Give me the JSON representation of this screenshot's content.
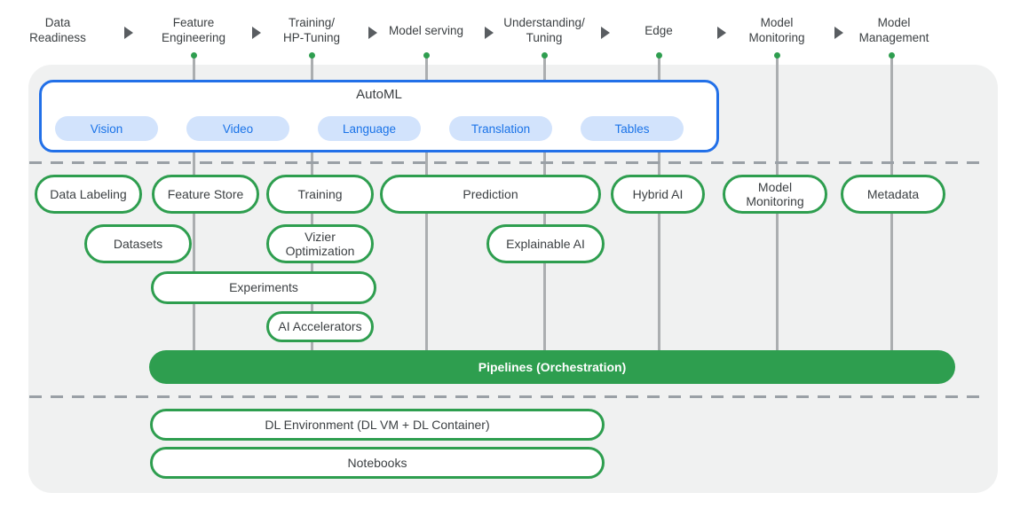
{
  "palette": {
    "accent_blue": "#1a73e8",
    "blue_pill_bg": "#d2e3fc",
    "green": "#2e9e4f",
    "panel_gray": "#f0f1f1",
    "connector_gray": "#abaeb0",
    "dash_gray": "#9aa0a6",
    "text_dark": "#3c4043",
    "pipelines_text": "#ffffff"
  },
  "stages": [
    "Data\nReadiness",
    "Feature\nEngineering",
    "Training/\nHP-Tuning",
    "Model serving",
    "Understanding/\nTuning",
    "Edge",
    "Model\nMonitoring",
    "Model\nManagement"
  ],
  "automl": {
    "title": "AutoML",
    "pills": [
      "Vision",
      "Video",
      "Language",
      "Translation",
      "Tables"
    ]
  },
  "row1": [
    "Data Labeling",
    "Feature Store",
    "Training",
    "Prediction",
    "Hybrid AI",
    "Model\nMonitoring",
    "Metadata"
  ],
  "row2": [
    "Datasets",
    "Vizier\nOptimization",
    "Explainable AI"
  ],
  "row3": [
    "Experiments"
  ],
  "row4": [
    "AI Accelerators"
  ],
  "pipelines": "Pipelines (Orchestration)",
  "bottom": [
    "DL Environment (DL VM + DL Container)",
    "Notebooks"
  ]
}
